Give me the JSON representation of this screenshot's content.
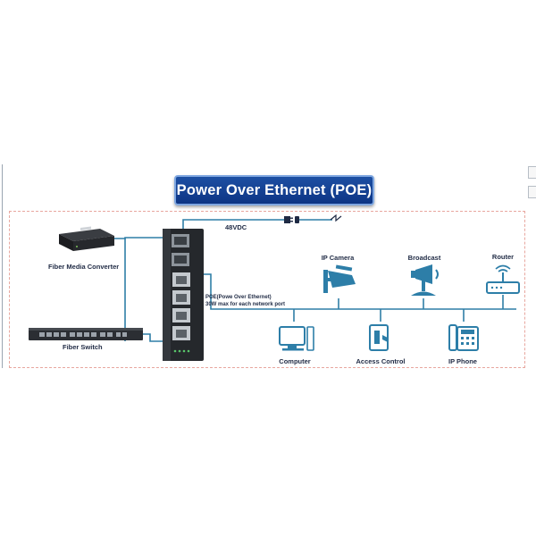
{
  "title": "Power Over Ethernet (POE)",
  "power": {
    "label": "48VDC"
  },
  "poe_note": {
    "line1": "POE(Powe Over Ethernet)",
    "line2": "30W max for each network port"
  },
  "left_devices": [
    {
      "label": "Fiber Media Converter",
      "icon": "media-converter-icon"
    },
    {
      "label": "Fiber Switch",
      "icon": "fiber-switch-icon"
    }
  ],
  "top_devices": [
    {
      "label": "IP Camera",
      "icon": "ip-camera-icon"
    },
    {
      "label": "Broadcast",
      "icon": "broadcast-speaker-icon"
    },
    {
      "label": "Router",
      "icon": "router-icon"
    }
  ],
  "bottom_devices": [
    {
      "label": "Computer",
      "icon": "computer-icon"
    },
    {
      "label": "Access Control",
      "icon": "access-control-icon"
    },
    {
      "label": "IP Phone",
      "icon": "ip-phone-icon"
    }
  ],
  "colors": {
    "line": "#2f7fa7",
    "icon": "#2d7ea8",
    "title_bg": "#1d4fa3",
    "dashed_border": "#e8a79f",
    "label": "#1f2a44"
  }
}
